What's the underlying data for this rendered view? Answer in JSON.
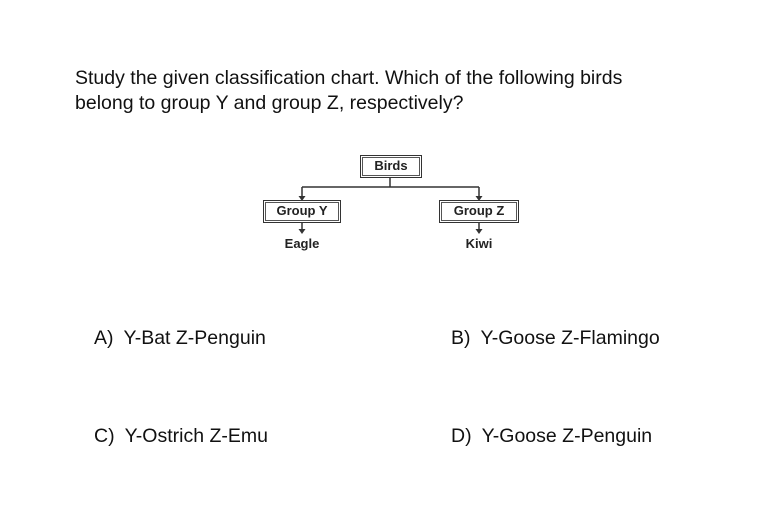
{
  "question": {
    "line1": "Study the given classification chart. Which of the following birds",
    "line2": "belong to group Y and group Z, respectively?"
  },
  "diagram": {
    "root": "Birds",
    "group_y": {
      "label": "Group Y",
      "example": "Eagle"
    },
    "group_z": {
      "label": "Group Z",
      "example": "Kiwi"
    }
  },
  "options": [
    {
      "letter": "A)",
      "text": "Y-Bat Z-Penguin"
    },
    {
      "letter": "B)",
      "text": "Y-Goose Z-Flamingo"
    },
    {
      "letter": "C)",
      "text": "Y-Ostrich Z-Emu"
    },
    {
      "letter": "D)",
      "text": "Y-Goose Z-Penguin"
    }
  ],
  "colors": {
    "text": "#111111",
    "line": "#333333"
  }
}
